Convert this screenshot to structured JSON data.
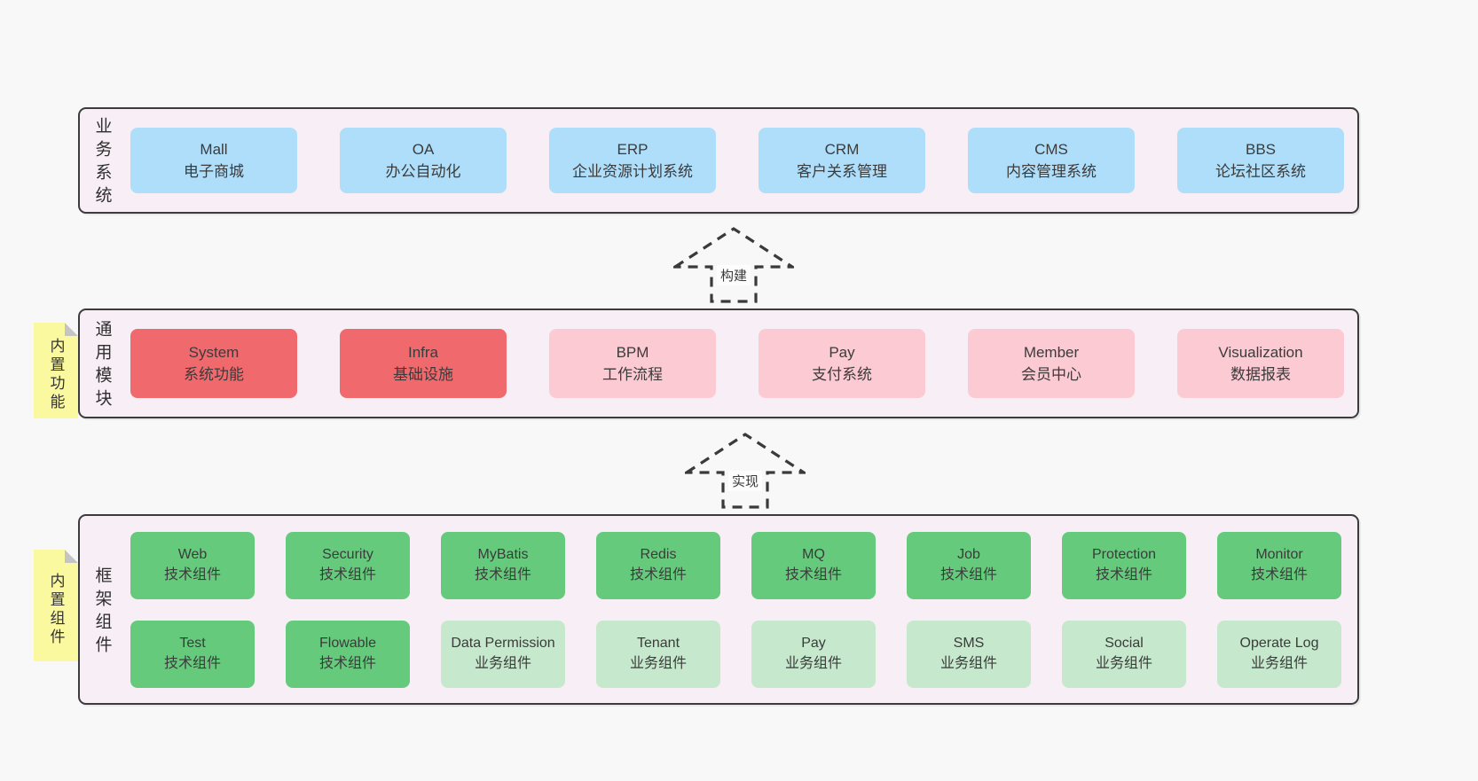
{
  "colors": {
    "background": "#f8f8f8",
    "container_bg": "#f7eef6",
    "border": "#3c3c3c",
    "blue": "#afdefa",
    "red": "#f0696d",
    "pink": "#fccad3",
    "green": "#66ca7d",
    "light_green": "#c6e8cc",
    "note_yellow": "#fbf99f",
    "note_fold": "#c4c4c4",
    "text": "#3a3a3a"
  },
  "layers": [
    {
      "id": "business-systems",
      "label": "业务系统",
      "note": "",
      "rows": [
        [
          {
            "name": "Mall",
            "desc": "电子商城",
            "type": "blue"
          },
          {
            "name": "OA",
            "desc": "办公自动化",
            "type": "blue"
          },
          {
            "name": "ERP",
            "desc": "企业资源计划系统",
            "type": "blue"
          },
          {
            "name": "CRM",
            "desc": "客户关系管理",
            "type": "blue"
          },
          {
            "name": "CMS",
            "desc": "内容管理系统",
            "type": "blue"
          },
          {
            "name": "BBS",
            "desc": "论坛社区系统",
            "type": "blue"
          }
        ]
      ]
    },
    {
      "id": "common-modules",
      "label": "通用模块",
      "note": "内置功能",
      "rows": [
        [
          {
            "name": "System",
            "desc": "系统功能",
            "type": "red"
          },
          {
            "name": "Infra",
            "desc": "基础设施",
            "type": "red"
          },
          {
            "name": "BPM",
            "desc": "工作流程",
            "type": "pink"
          },
          {
            "name": "Pay",
            "desc": "支付系统",
            "type": "pink"
          },
          {
            "name": "Member",
            "desc": "会员中心",
            "type": "pink"
          },
          {
            "name": "Visualization",
            "desc": "数据报表",
            "type": "pink"
          }
        ]
      ]
    },
    {
      "id": "framework-components",
      "label": "框架组件",
      "note": "内置组件",
      "rows": [
        [
          {
            "name": "Web",
            "desc": "技术组件",
            "type": "green"
          },
          {
            "name": "Security",
            "desc": "技术组件",
            "type": "green"
          },
          {
            "name": "MyBatis",
            "desc": "技术组件",
            "type": "green"
          },
          {
            "name": "Redis",
            "desc": "技术组件",
            "type": "green"
          },
          {
            "name": "MQ",
            "desc": "技术组件",
            "type": "green"
          },
          {
            "name": "Job",
            "desc": "技术组件",
            "type": "green"
          },
          {
            "name": "Protection",
            "desc": "技术组件",
            "type": "green"
          },
          {
            "name": "Monitor",
            "desc": "技术组件",
            "type": "green"
          }
        ],
        [
          {
            "name": "Test",
            "desc": "技术组件",
            "type": "green"
          },
          {
            "name": "Flowable",
            "desc": "技术组件",
            "type": "green"
          },
          {
            "name": "Data Permission",
            "desc": "业务组件",
            "type": "lightgreen"
          },
          {
            "name": "Tenant",
            "desc": "业务组件",
            "type": "lightgreen"
          },
          {
            "name": "Pay",
            "desc": "业务组件",
            "type": "lightgreen"
          },
          {
            "name": "SMS",
            "desc": "业务组件",
            "type": "lightgreen"
          },
          {
            "name": "Social",
            "desc": "业务组件",
            "type": "lightgreen"
          },
          {
            "name": "Operate Log",
            "desc": "业务组件",
            "type": "lightgreen"
          }
        ]
      ]
    }
  ],
  "arrows": [
    {
      "label": "构建"
    },
    {
      "label": "实现"
    }
  ]
}
